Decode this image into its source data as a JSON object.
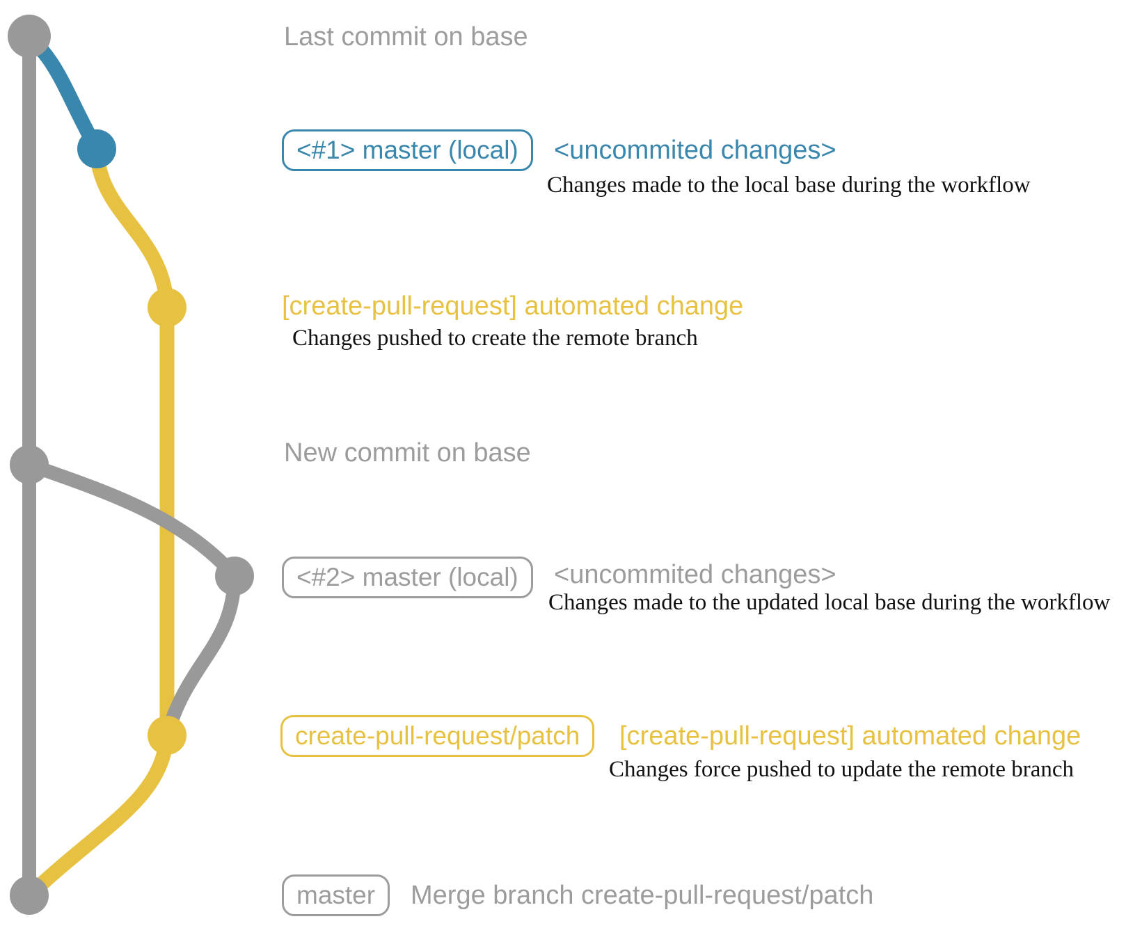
{
  "colors": {
    "base": "#999999",
    "baseText": "#9c9c9c",
    "local": "#3a87ad",
    "remote": "#e7c242",
    "detail": "#111111"
  },
  "annotations": {
    "last_commit": "Last commit on base",
    "new_commit": "New commit on base",
    "local1": {
      "badge": "<#1> master (local)",
      "headline": "<uncommited changes>",
      "detail": "Changes made to the local base during the workflow"
    },
    "remote1": {
      "headline": "[create-pull-request] automated change",
      "detail": "Changes pushed to create the remote branch"
    },
    "local2": {
      "badge": "<#2> master (local)",
      "headline": "<uncommited changes>",
      "detail": "Changes made to the updated local base during the workflow"
    },
    "remote2": {
      "badge": "create-pull-request/patch",
      "headline": "[create-pull-request] automated change",
      "detail": "Changes force pushed to update the remote branch"
    },
    "merge": {
      "badge": "master",
      "headline": "Merge branch create-pull-request/patch"
    }
  }
}
